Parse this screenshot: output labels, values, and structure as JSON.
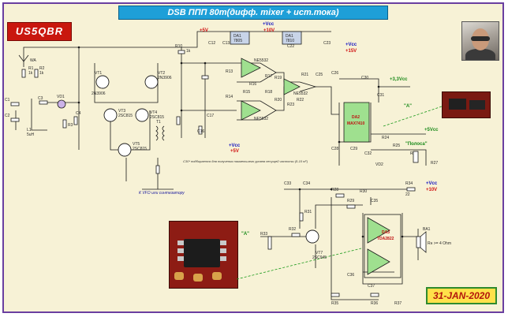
{
  "title": "DSB ППП 80m(дифф. mixer + ист.тока)",
  "logo": "US5QBR",
  "date": "31-JAN-2020",
  "note": "C30* подбирается для получения наименьшего уровня несущей частоты (5-10 nF)",
  "vfo_label": "К VFO или синтезатору",
  "chips": {
    "da1a_top": "DA1",
    "da1a_top_sub": "7805",
    "da1b_top": "DA1",
    "da1b_top_sub": "7810",
    "ne5532_a": "NE5532",
    "ne5532_b": "NE5532",
    "ne5532_c": "NE5532",
    "da2": "DA2",
    "da2_sub": "MAX7410",
    "da3": "DA3",
    "da3_sub": "TDA2822"
  },
  "rails": {
    "v5_a": "+5V",
    "v10_a": "+10V",
    "vcc_a": "+Vcc",
    "vcc_b": "+15V",
    "v33": "+3,3Vcc",
    "v5_b": "+5Vcc",
    "v5_c": "+5V",
    "vcc_c": "+Vcc",
    "v10_b": "+10V",
    "vcc_d": "+Vcc",
    "v5_d": "+5V"
  },
  "callouts": {
    "a1": "\"A\"",
    "a2": "\"A\"",
    "polosa": "\"Полоса\""
  },
  "speaker": {
    "ref": "BA1",
    "note": "Rн >= 4 Ohm"
  },
  "labels": {
    "wa": "WA",
    "r1": "R1",
    "r1v": "1k",
    "r2": "R2",
    "r2v": "1k",
    "c1": "C1",
    "c2": "C2",
    "c3": "C3",
    "l1": "L1",
    "l1v": "5uH",
    "r3": "R3",
    "c4": "C4",
    "vt1": "VT1",
    "vt1m": "2N3906",
    "vt2": "VT2",
    "vt2m": "2N3906",
    "vt3": "VT3",
    "vt3m": "2SC815",
    "vt4": "VT4",
    "vt4m": "2SC815",
    "vt5": "VT5",
    "vt5m": "2SC815",
    "vd1": "VD1",
    "t1": "T1",
    "r10": "R10",
    "r10v": "1k",
    "c12": "C12",
    "c13": "C13",
    "c16": "C16",
    "c17": "C17",
    "r13": "R13",
    "r14": "R14",
    "r15": "R15",
    "r16": "R16",
    "r17": "R17",
    "r18": "R18",
    "r19": "R19",
    "r20": "R20",
    "r21": "R21",
    "r22": "R22",
    "r23": "R23",
    "c22": "C22",
    "c23": "C23",
    "c25": "C25",
    "c26": "C26",
    "c27": "C27",
    "c28": "C28",
    "c29": "C29",
    "c30": "C30",
    "c31": "C31",
    "c32": "C32",
    "r24": "R24",
    "r25": "R25",
    "r26": "R26",
    "r27": "R27",
    "vd2": "VD2",
    "r34": "R34",
    "r34v": "22",
    "r28": "R28",
    "r29": "R29",
    "r30": "R30",
    "r31": "R31",
    "r32": "R32",
    "r33": "R33",
    "r35": "R35",
    "r36": "R36",
    "r37": "R37",
    "c33": "C33",
    "c34": "C34",
    "c35": "C35",
    "c36": "C36",
    "c37": "C37",
    "vt7": "VT7",
    "vt7m": "2SC945"
  }
}
